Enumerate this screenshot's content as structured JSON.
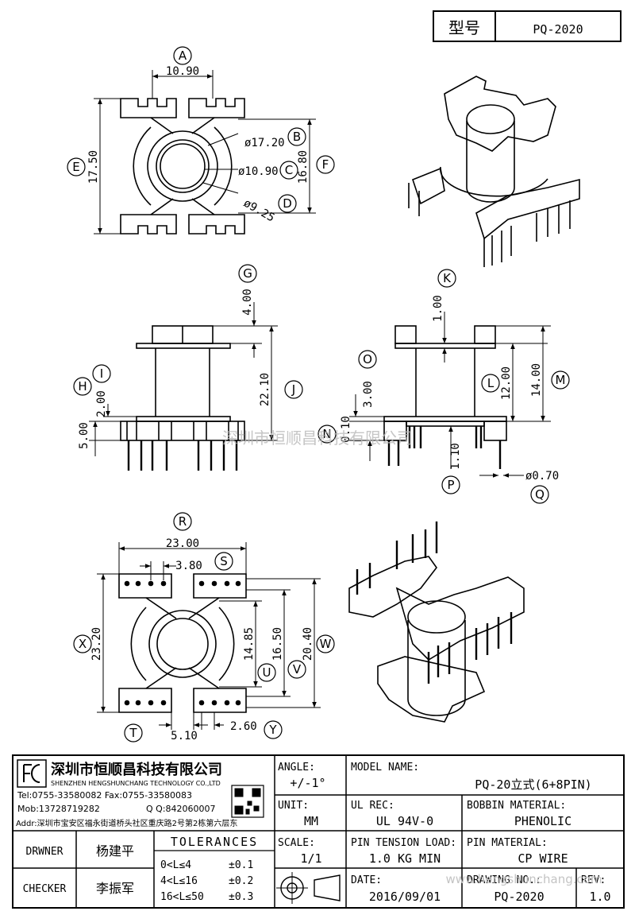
{
  "header": {
    "model_label": "型号",
    "model_value": "PQ-2020"
  },
  "dimensions": {
    "top_view": {
      "a": "10.90",
      "e": "17.50",
      "f": "16.80",
      "b": "ø17.20",
      "c": "ø10.90",
      "d": "ø9.25"
    },
    "front_view": {
      "g": "4.00",
      "j": "22.10",
      "i": "2.00",
      "h": "5.00"
    },
    "side_view": {
      "k": "1.00",
      "o": "3.00",
      "l": "12.00",
      "m": "14.00",
      "n": "0.10",
      "p": "1.10",
      "q": "ø0.70"
    },
    "bottom_view": {
      "r": "23.00",
      "s": "3.80",
      "u": "14.85",
      "v": "16.50",
      "w": "20.40",
      "x": "23.20",
      "t": "5.10",
      "y": "2.60"
    }
  },
  "callouts": [
    "A",
    "B",
    "C",
    "D",
    "E",
    "F",
    "G",
    "H",
    "I",
    "J",
    "K",
    "L",
    "M",
    "N",
    "O",
    "P",
    "Q",
    "R",
    "S",
    "T",
    "U",
    "V",
    "W",
    "X",
    "Y"
  ],
  "watermark": "深圳市恒顺昌科技有限公司",
  "watermark_url": "www.hengshunchang.com",
  "company": {
    "name_cn": "深圳市恒顺昌科技有限公司",
    "name_en": "SHENZHEN HENGSHUNCHANG TECHNOLOGY CO.,LTD",
    "tel": "Tel:0755-33580082 Fax:0755-33580083",
    "mob": "Mob:13728719282",
    "qq": "Q  Q:842060007",
    "addr": "Addr:深圳市宝安区福永街道桥头社区重庆路2号第2栋第六层东"
  },
  "title_block": {
    "angle_label": "ANGLE:",
    "angle_value": "+/-1°",
    "unit_label": "UNIT:",
    "unit_value": "MM",
    "scale_label": "SCALE:",
    "scale_value": "1/1",
    "model_name_label": "MODEL NAME:",
    "model_name_value": "PQ-20立式(6+8PIN)",
    "ul_rec_label": "UL REC:",
    "ul_rec_value": "UL 94V-0",
    "bobbin_label": "BOBBIN MATERIAL:",
    "bobbin_value": "PHENOLIC",
    "pin_tension_label": "PIN TENSION LOAD:",
    "pin_tension_value": "1.0 KG MIN",
    "pin_material_label": "PIN MATERIAL:",
    "pin_material_value": "CP WIRE",
    "date_label": "DATE:",
    "date_value": "2016/09/01",
    "drawing_no_label": "DRAWING NO.:",
    "drawing_no_value": "PQ-2020",
    "rev_label": "REV:",
    "rev_value": "1.0",
    "drawner_label": "DRWNER",
    "drawner_value": "杨建平",
    "checker_label": "CHECKER",
    "checker_value": "李振军",
    "tolerances_label": "TOLERANCES",
    "tolerances": [
      {
        "range": "0<L≤4",
        "value": "±0.1"
      },
      {
        "range": "4<L≤16",
        "value": "±0.2"
      },
      {
        "range": "16<L≤50",
        "value": "±0.3"
      }
    ]
  }
}
